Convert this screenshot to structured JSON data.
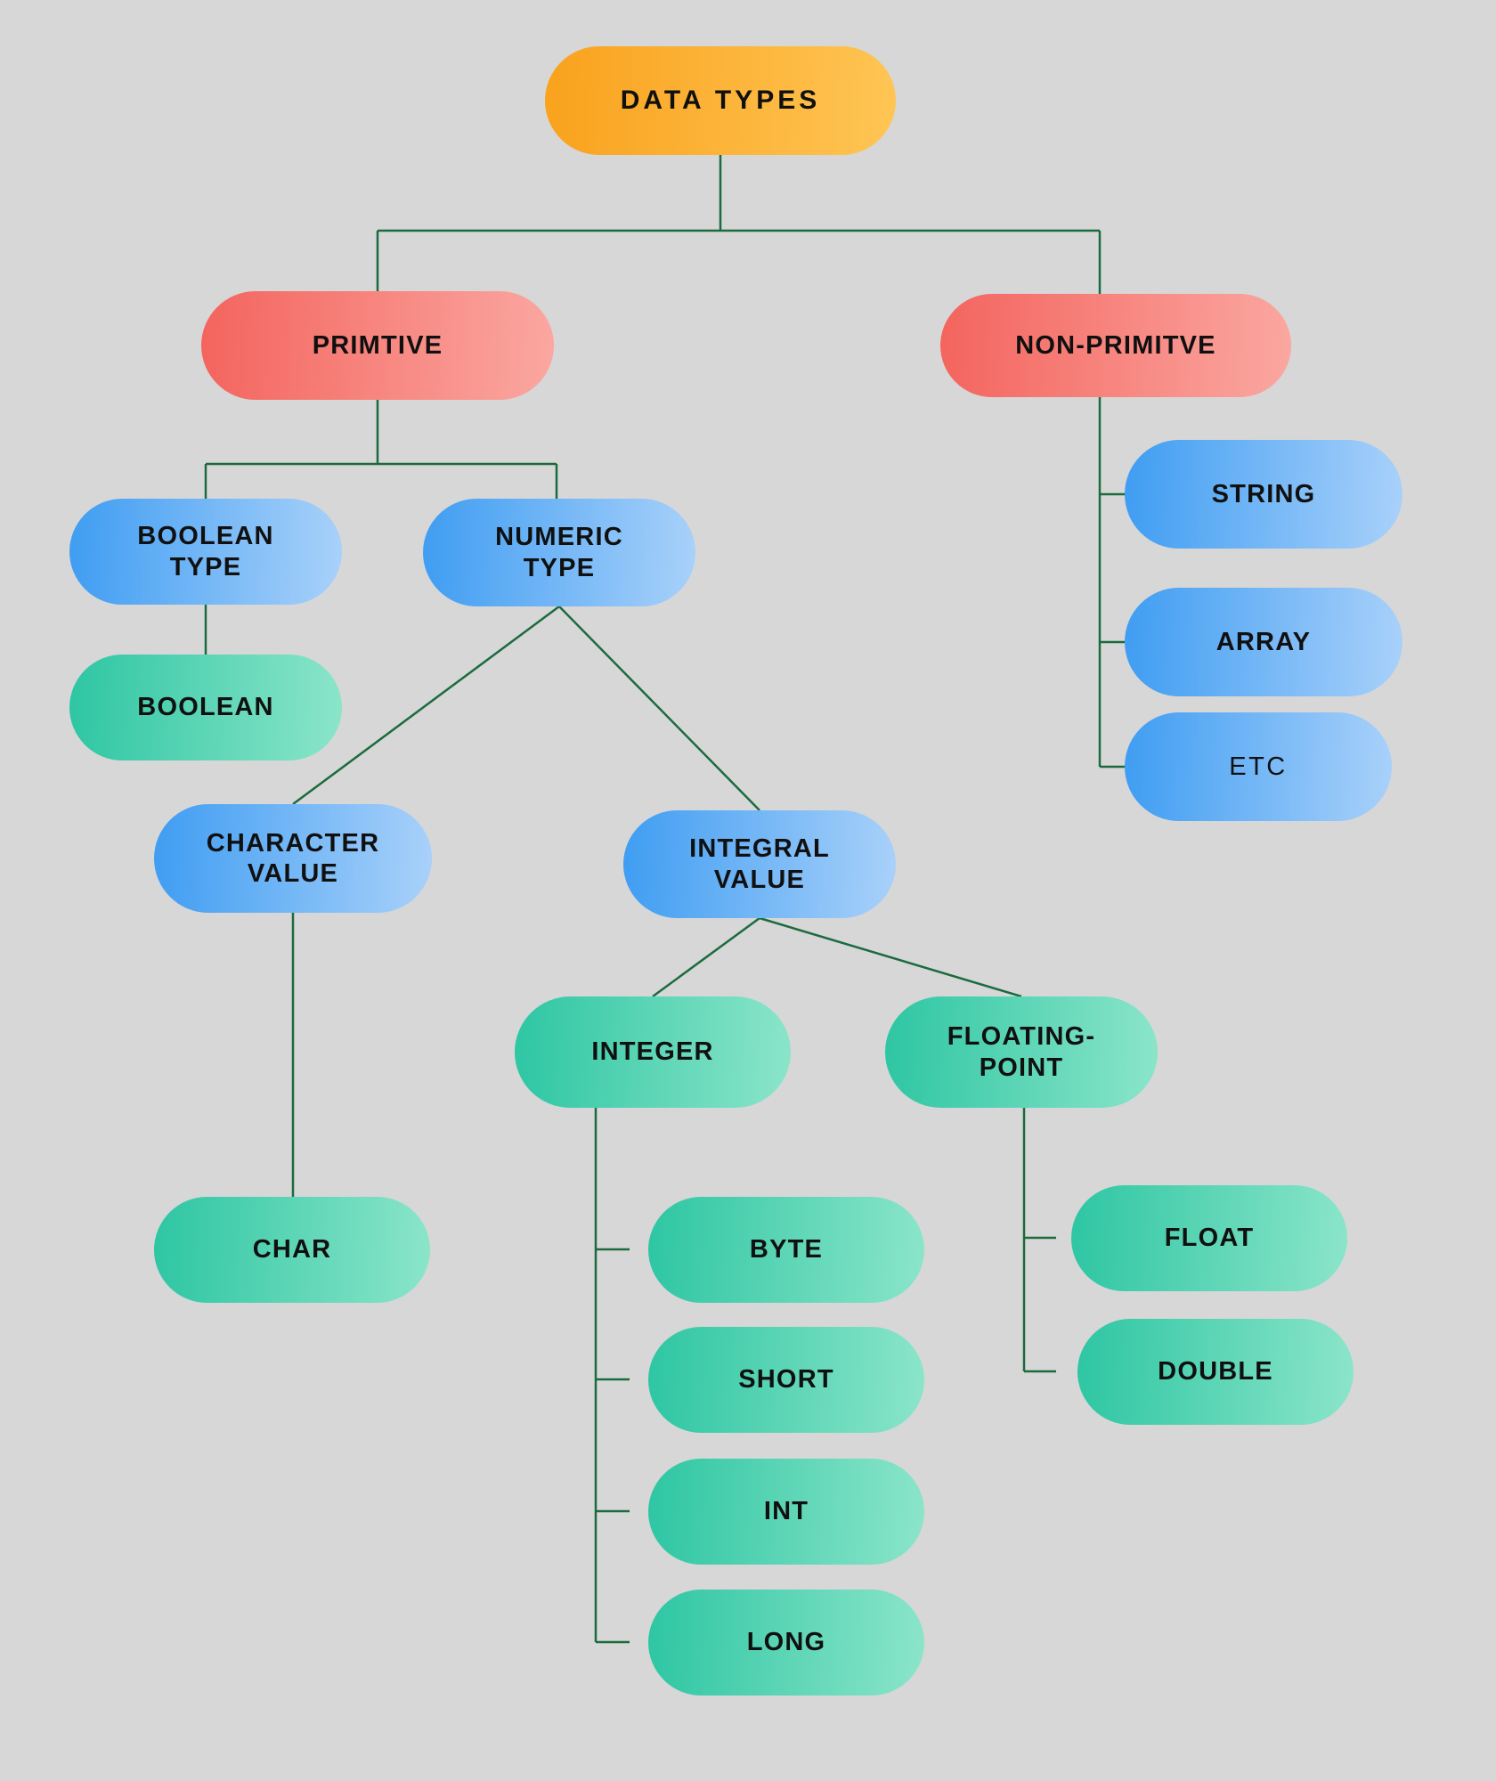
{
  "palette": {
    "background": "#D7D7D7",
    "connector": "#1B6B3F",
    "orange_from": "#F9A21D",
    "orange_to": "#FFC554",
    "red_from": "#F4645E",
    "red_to": "#FBA7A1",
    "blue_from": "#3F9DF2",
    "blue_to": "#A9D1FA",
    "green_from": "#2EC6A3",
    "green_to": "#8BE5C9",
    "text": "#101010"
  },
  "nodes": {
    "data_types": {
      "label": "DATA TYPES"
    },
    "primitive": {
      "label": "PRIMTIVE"
    },
    "non_primitive": {
      "label": "NON-PRIMITVE"
    },
    "boolean_type": {
      "label": "BOOLEAN TYPE"
    },
    "numeric_type": {
      "label": "NUMERIC TYPE"
    },
    "boolean": {
      "label": "BOOLEAN"
    },
    "character_value": {
      "label": "CHARACTER VALUE"
    },
    "integral_value": {
      "label": "INTEGRAL VALUE"
    },
    "integer": {
      "label": "INTEGER"
    },
    "floating_point": {
      "label": "FLOATING-POINT"
    },
    "char": {
      "label": "CHAR"
    },
    "byte": {
      "label": "BYTE"
    },
    "short": {
      "label": "SHORT"
    },
    "int": {
      "label": "INT"
    },
    "long": {
      "label": "LONG"
    },
    "float": {
      "label": "FLOAT"
    },
    "double": {
      "label": "DOUBLE"
    },
    "string": {
      "label": "STRING"
    },
    "array": {
      "label": "ARRAY"
    },
    "etc": {
      "label": "ETC"
    }
  },
  "edges": [
    [
      "data_types",
      "primitive"
    ],
    [
      "data_types",
      "non_primitive"
    ],
    [
      "primitive",
      "boolean_type"
    ],
    [
      "primitive",
      "numeric_type"
    ],
    [
      "boolean_type",
      "boolean"
    ],
    [
      "numeric_type",
      "character_value"
    ],
    [
      "numeric_type",
      "integral_value"
    ],
    [
      "character_value",
      "char"
    ],
    [
      "integral_value",
      "integer"
    ],
    [
      "integral_value",
      "floating_point"
    ],
    [
      "integer",
      "byte"
    ],
    [
      "integer",
      "short"
    ],
    [
      "integer",
      "int"
    ],
    [
      "integer",
      "long"
    ],
    [
      "floating_point",
      "float"
    ],
    [
      "floating_point",
      "double"
    ],
    [
      "non_primitive",
      "string"
    ],
    [
      "non_primitive",
      "array"
    ],
    [
      "non_primitive",
      "etc"
    ]
  ]
}
